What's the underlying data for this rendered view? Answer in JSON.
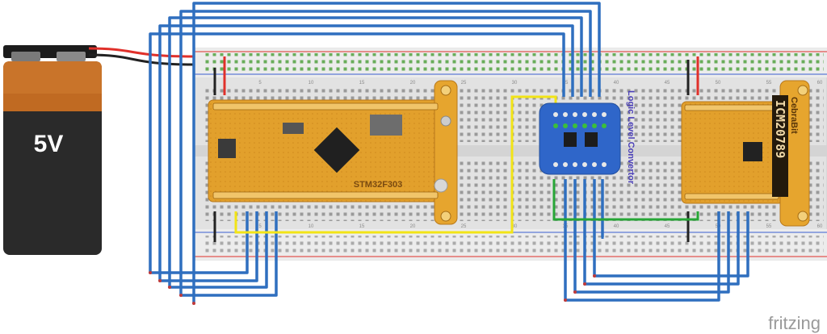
{
  "battery": {
    "label": "5V"
  },
  "boards": {
    "mcu": {
      "label": "STM32F303"
    },
    "converter": {
      "label": "Logic Level Convertor"
    },
    "sensor": {
      "brand": "CebraBit",
      "model": "ICM20789"
    }
  },
  "branding": {
    "app_name": "fritzing"
  },
  "breadboard": {
    "column_numbers": [
      "5",
      "10",
      "15",
      "20",
      "25",
      "30",
      "35",
      "40",
      "45",
      "50",
      "55",
      "60"
    ]
  },
  "colors": {
    "wire_blue": "#2f6fbf",
    "wire_red": "#e0302a",
    "wire_black": "#222222",
    "wire_yellow": "#f2e416",
    "wire_green": "#27a636",
    "pcb_orange": "#e4a12a",
    "converter_blue": "#2f66c9",
    "label_purple": "#4a3fb8"
  }
}
